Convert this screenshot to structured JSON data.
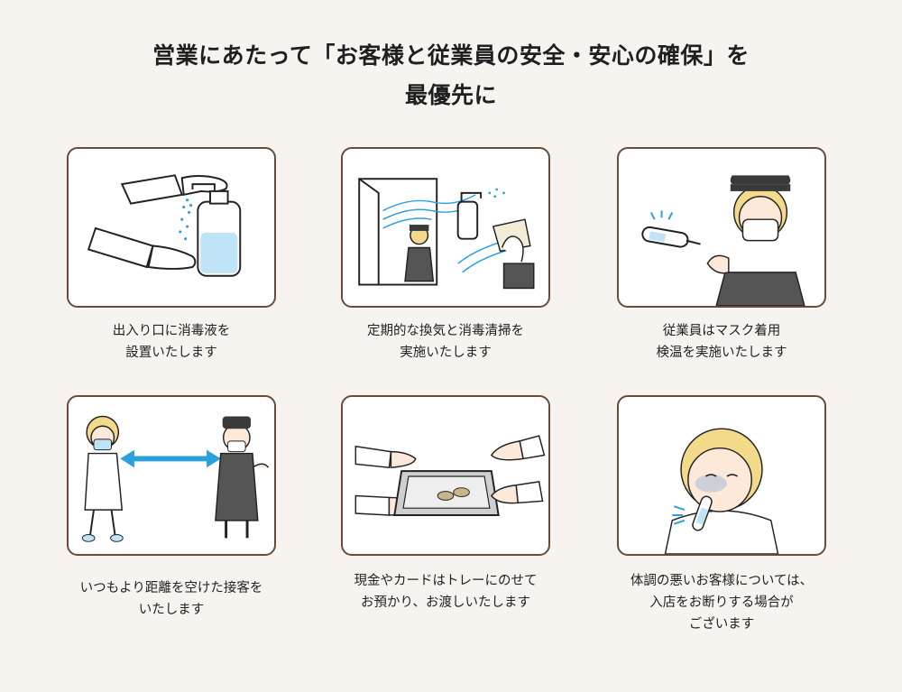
{
  "title": {
    "line1": "営業にあたって「お客様と従業員の安全・安心の確保」を",
    "line2": "最優先に"
  },
  "items": [
    {
      "icon": "hand-sanitizer-icon",
      "caption": [
        "出入り口に消毒液を",
        "設置いたします"
      ]
    },
    {
      "icon": "ventilation-disinfection-icon",
      "caption": [
        "定期的な換気と消毒清掃を",
        "実施いたします"
      ]
    },
    {
      "icon": "mask-thermometer-icon",
      "caption": [
        "従業員はマスク着用",
        "検温を実施いたします"
      ]
    },
    {
      "icon": "social-distance-icon",
      "caption": [
        "いつもより距離を空けた接客を",
        "いたします"
      ]
    },
    {
      "icon": "cash-tray-icon",
      "caption": [
        "現金やカードはトレーにのせて",
        "お預かり、お渡しいたします"
      ]
    },
    {
      "icon": "sick-customer-icon",
      "caption": [
        "体調の悪いお客様については、",
        "入店をお断りする場合が",
        "ございます"
      ]
    }
  ],
  "colors": {
    "background": "#f7f3ef",
    "panel_border": "#6b4a3a",
    "accent_blue": "#2aa1dd",
    "liquid_blue": "#bfe3f7",
    "hair_blonde": "#f3d98a",
    "uniform_dark": "#3a3a3a"
  }
}
